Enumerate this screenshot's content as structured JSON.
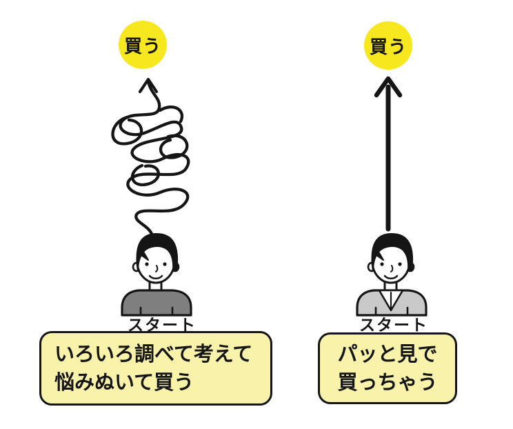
{
  "colors": {
    "background": "#ffffff",
    "goal_yellow": "#F7E71E",
    "caption_bg": "#F8F2AA",
    "ink": "#151515",
    "left_shirt_gray": "#7F7F7F",
    "right_shirt_gray": "#C9C9C9",
    "skin_white": "#FFFFFF"
  },
  "left_flow": {
    "goal_label": "買う",
    "start_label": "スタート",
    "path_icon": "tangled-scribble-path",
    "caption_line1": "いろいろ調べて考えて",
    "caption_line2": "悩みぬいて買う"
  },
  "right_flow": {
    "goal_label": "買う",
    "start_label": "スタート",
    "path_icon": "straight-arrow-path",
    "caption_line1": "パッと見で",
    "caption_line2": "買っちゃう"
  }
}
